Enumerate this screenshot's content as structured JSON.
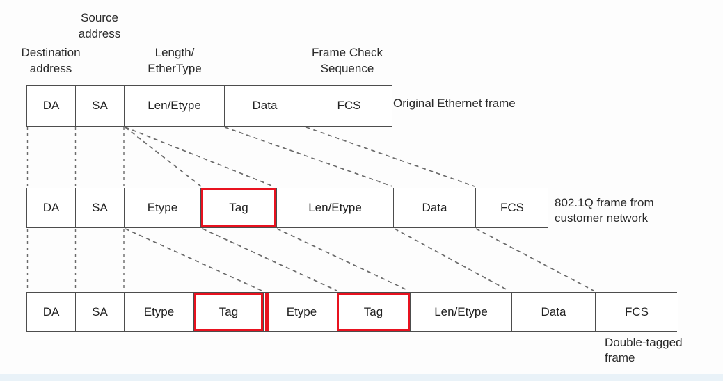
{
  "annotations": {
    "source_address": {
      "lines": [
        "Source",
        "address"
      ]
    },
    "destination_address": {
      "lines": [
        "Destination",
        "address"
      ]
    },
    "length_ethertype": {
      "lines": [
        "Length/",
        "EtherType"
      ]
    },
    "frame_check_sequence": {
      "lines": [
        "Frame Check",
        "Sequence"
      ]
    }
  },
  "rows": [
    {
      "name": "original-ethernet-frame",
      "caption_lines": [
        "Original Ethernet frame"
      ],
      "fields": [
        "DA",
        "SA",
        "Len/Etype",
        "Data",
        "FCS"
      ]
    },
    {
      "name": "dot1q-customer-frame",
      "caption_lines": [
        "802.1Q frame from",
        "customer network"
      ],
      "fields": [
        "DA",
        "SA",
        "Etype",
        "Tag",
        "Len/Etype",
        "Data",
        "FCS"
      ],
      "highlighted_fields": [
        "Tag"
      ]
    },
    {
      "name": "double-tagged-frame",
      "caption_lines": [
        "Double-tagged",
        "frame"
      ],
      "fields": [
        "DA",
        "SA",
        "Etype",
        "Tag",
        "Etype",
        "Tag",
        "Len/Etype",
        "Data",
        "FCS"
      ],
      "highlighted_fields": [
        "Tag",
        "Tag"
      ]
    }
  ],
  "colors": {
    "tag_highlight": "#e8121f",
    "box_border": "#4d4d4d",
    "dashed_line": "#6a6a6a",
    "background": "#fdfdfd",
    "bottom_strip": "#e9f2f8"
  }
}
